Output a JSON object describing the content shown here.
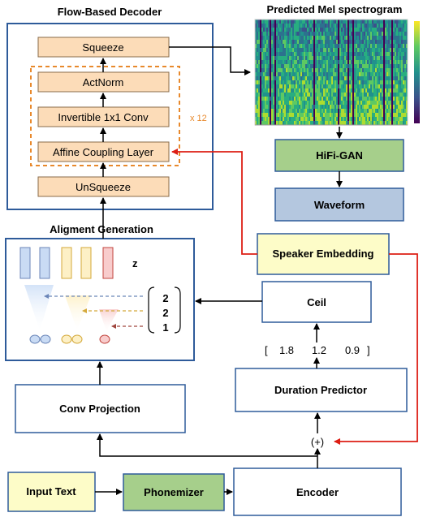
{
  "decoder": {
    "title": "Flow-Based Decoder",
    "squeeze": "Squeeze",
    "actnorm": "ActNorm",
    "invconv": "Invertible 1x1 Conv",
    "affine": "Affine Coupling Layer",
    "repeat": "x 12",
    "unsqueeze": "UnSqueeze"
  },
  "spectrogram": {
    "title": "Predicted  Mel spectrogram"
  },
  "hifigan": "HiFi-GAN",
  "waveform": "Waveform",
  "speaker_embedding": "Speaker Embedding",
  "alignment": {
    "title": "Aligment Generation",
    "z_label": "z",
    "durations": [
      "2",
      "2",
      "1"
    ]
  },
  "ceil": "Ceil",
  "predicted_durations": {
    "open": "[",
    "values": [
      "1.8",
      "1.2",
      "0.9"
    ],
    "close": "]"
  },
  "duration_predictor": "Duration Predictor",
  "conv_projection": "Conv Projection",
  "concat_symbol": "(+)",
  "input_text": "Input Text",
  "phonemizer": "Phonemizer",
  "encoder": "Encoder",
  "colors": {
    "box_border": "#2e5b9a",
    "decoder_block_fill": "#fcdcb8",
    "decoder_block_border": "#8a6b4a",
    "dashed_orange": "#e8892c",
    "hifigan_fill": "#a6cf8b",
    "waveform_fill": "#b4c7df",
    "speaker_fill": "#fdfcc8",
    "input_fill": "#fdfcc8",
    "phonemizer_fill": "#a6cf8b",
    "red_arrow": "#dd1e14",
    "bar_blue": "#c9dbf4",
    "bar_yellow": "#fdf0c6",
    "bar_red": "#f8cccc"
  }
}
